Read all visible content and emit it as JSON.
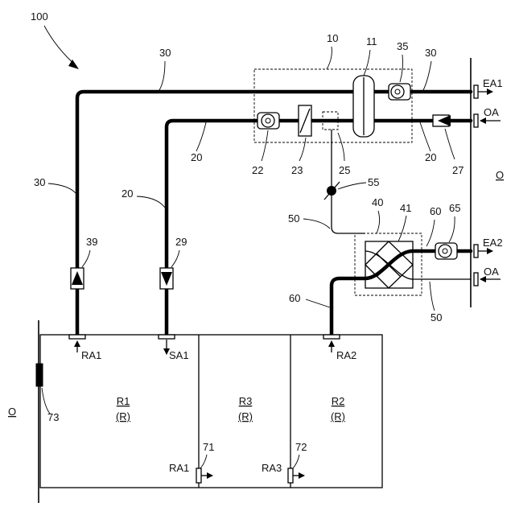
{
  "figure": {
    "number": "100",
    "outdoor_left": "O",
    "outdoor_right": "O",
    "ref_30_a": "30",
    "ref_30_b": "30",
    "ref_30_c": "30",
    "ref_20_a": "20",
    "ref_20_b": "20",
    "ref_20_c": "20",
    "ref_10": "10",
    "ref_11": "11",
    "ref_35": "35",
    "ref_22": "22",
    "ref_23": "23",
    "ref_25": "25",
    "ref_27": "27",
    "ref_55": "55",
    "ref_50_a": "50",
    "ref_50_b": "50",
    "ref_40": "40",
    "ref_41": "41",
    "ref_60_a": "60",
    "ref_60_b": "60",
    "ref_65": "65",
    "ref_39": "39",
    "ref_29": "29",
    "ref_73": "73",
    "ref_71": "71",
    "ref_72": "72",
    "ea1": "EA1",
    "oa1": "OA",
    "ea2": "EA2",
    "oa2": "OA",
    "ra1_top": "RA1",
    "sa1": "SA1",
    "ra2": "RA2",
    "ra1_bottom": "RA1",
    "ra3": "RA3",
    "room1_name": "R1",
    "room1_sub": "(R)",
    "room3_name": "R3",
    "room3_sub": "(R)",
    "room2_name": "R2",
    "room2_sub": "(R)"
  }
}
